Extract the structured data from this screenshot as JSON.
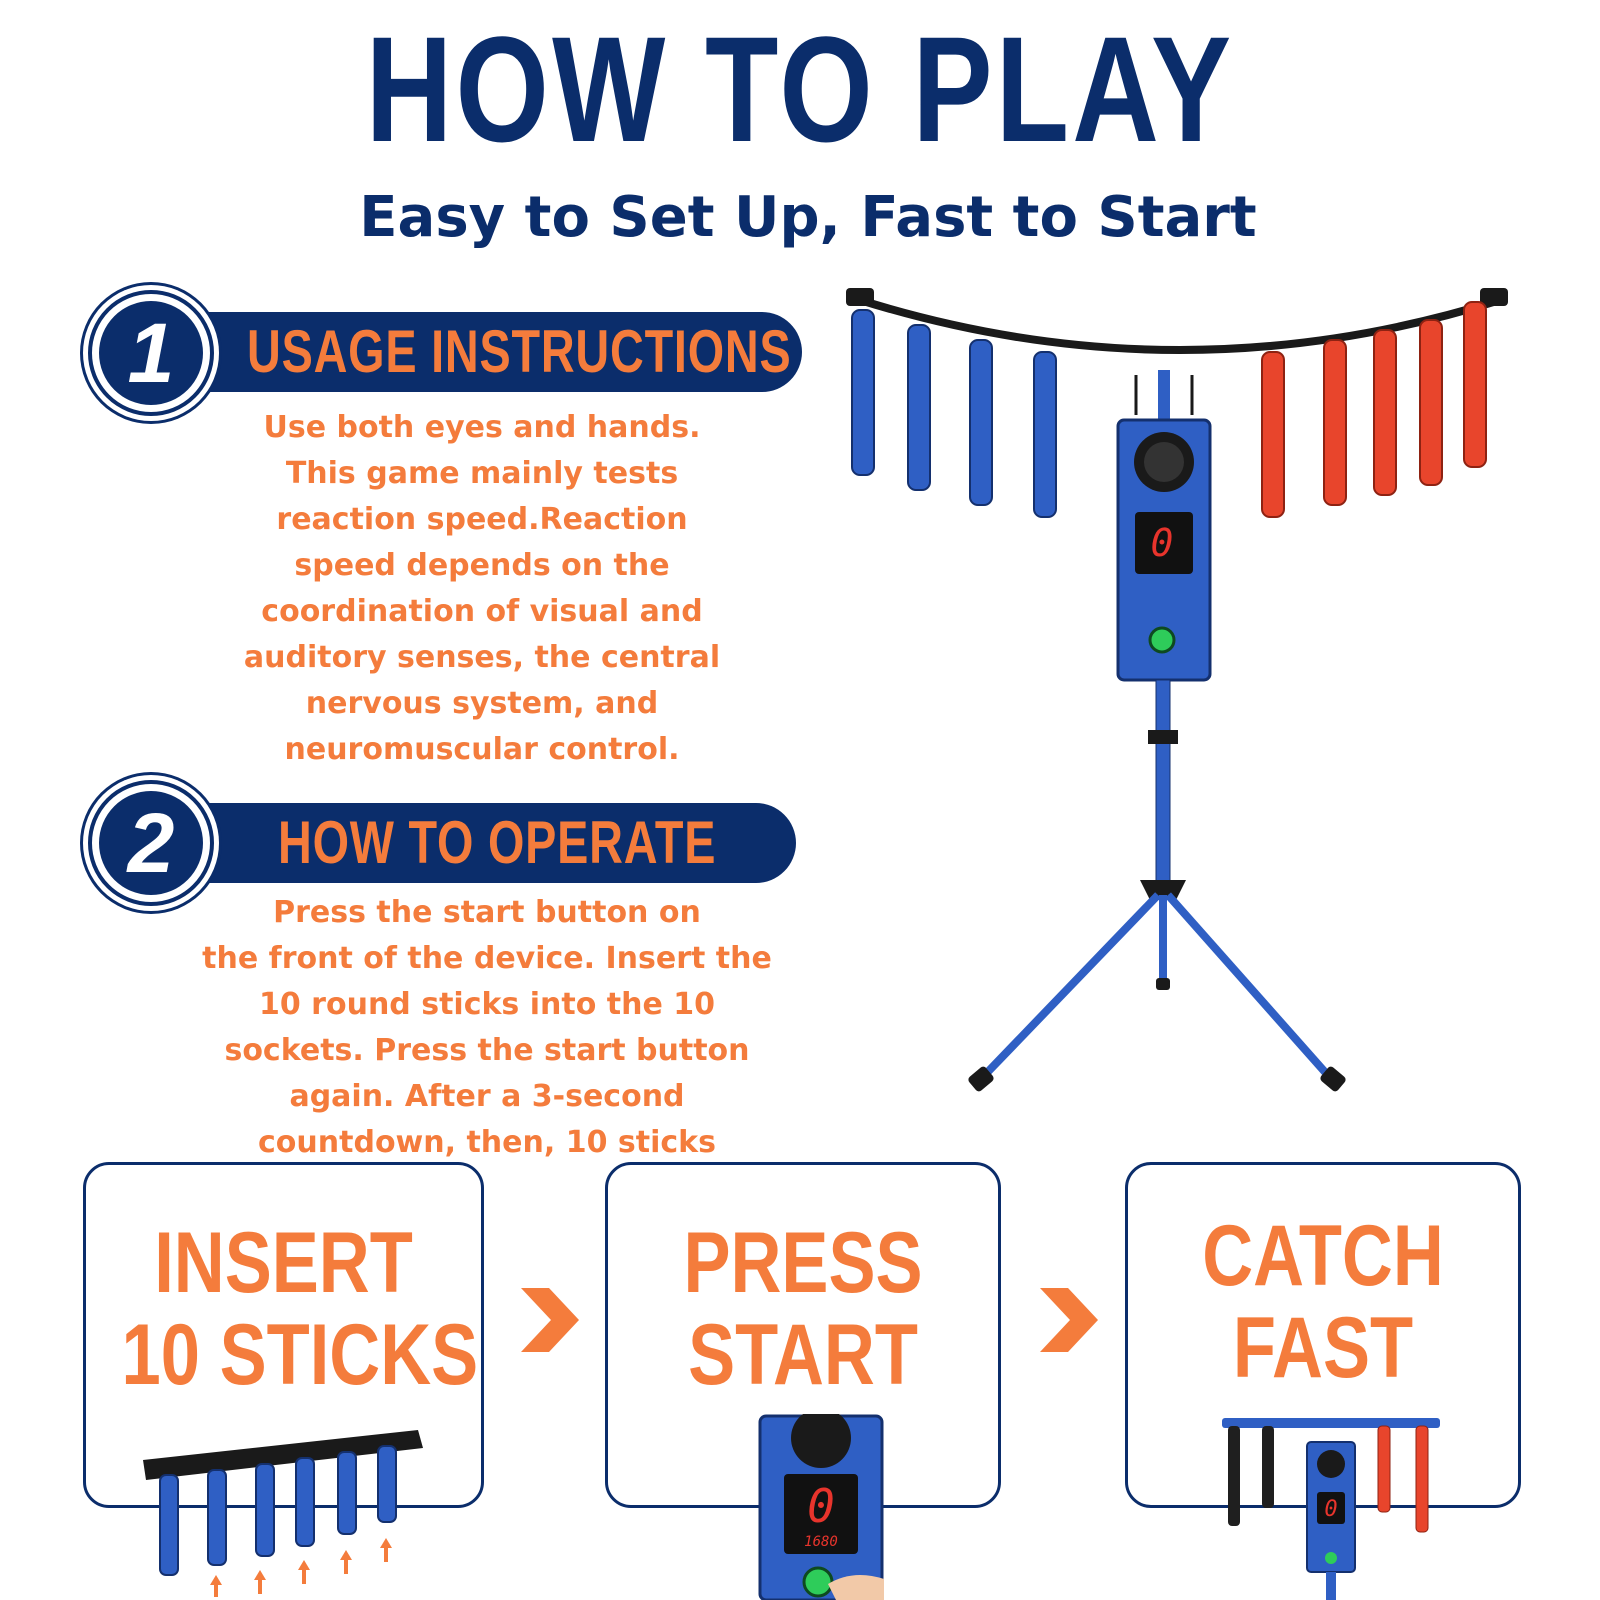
{
  "header": {
    "title": "HOW TO PLAY",
    "subtitle": "Easy to Set Up, Fast to Start"
  },
  "sections": [
    {
      "number": "1",
      "heading": "USAGE INSTRUCTIONS",
      "lines": [
        "Use both eyes and hands.",
        "This game mainly tests",
        "reaction speed.Reaction",
        "speed depends on the",
        "coordination of visual and",
        "auditory senses, the central",
        "nervous system, and",
        "neuromuscular control."
      ]
    },
    {
      "number": "2",
      "heading": "HOW TO OPERATE",
      "lines": [
        "Press the start button on",
        "the front of the device. Insert the",
        "10 round sticks into the 10",
        "sockets. Press the start button",
        "again. After a 3-second",
        "countdown, then, 10 sticks"
      ]
    }
  ],
  "steps": [
    {
      "line1": "INSERT",
      "line2": "10 STICKS"
    },
    {
      "line1": "PRESS",
      "line2": "START"
    },
    {
      "line1": "CATCH",
      "line2": "FAST"
    }
  ],
  "device": {
    "display_digit": "0",
    "display_small": "1680"
  },
  "colors": {
    "navy": "#0b2d6b",
    "orange": "#f47c3c",
    "blue_stick": "#2f5fc4",
    "red_stick": "#e8452c",
    "start_button": "#2ecc5a"
  }
}
